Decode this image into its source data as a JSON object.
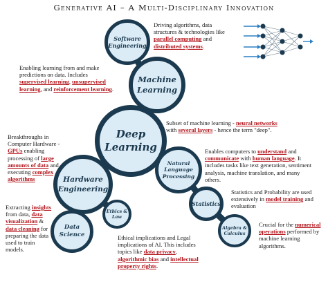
{
  "title": "Generative AI – A Multi-Disciplinary Innovation",
  "nodes": {
    "software_engineering": {
      "line1": "Software",
      "line2": "Engineering"
    },
    "machine_learning": {
      "line1": "Machine",
      "line2": "Learning"
    },
    "deep_learning": {
      "line1": "Deep",
      "line2": "Learning"
    },
    "hardware_engineering": {
      "line1": "Hardware",
      "line2": "Engineering"
    },
    "nlp": {
      "line1": "Natural",
      "line2": "Language",
      "line3": "Processing"
    },
    "statistics": {
      "line1": "Statistics"
    },
    "ethics_law": {
      "line1": "Ethics &",
      "line2": "Law"
    },
    "data_science": {
      "line1": "Data",
      "line2": "Science"
    },
    "algebra_calculus": {
      "line1": "Algebra &",
      "line2": "Calculus"
    }
  },
  "notes": {
    "software": {
      "t1": "Driving algorithms, data structures & technologies  like ",
      "h1": "parallel computing",
      "t2": " and ",
      "h2": "distributed systems",
      "t3": "."
    },
    "ml": {
      "t1": "Enabling learning from and make predictions on data. Includes ",
      "h1": "supervised learning",
      "t2": ", ",
      "h2": "unsupervised learning",
      "t3": ", and ",
      "h3": "reinforcement learning",
      "t4": "."
    },
    "deep": {
      "t1": "Subset of machine learning - ",
      "h1": "neural networks",
      "t2": " with ",
      "h2": "several layers",
      "t3": " - hence the term \"deep\"."
    },
    "hardware": {
      "t1": "Breakthroughs in Computer Hardware - ",
      "h1": "GPUs",
      "t2": " enabling processing of ",
      "h2": "large amounts of data",
      "t3": " and executing ",
      "h3": "complex algorithms"
    },
    "nlp": {
      "t1": "Enables computers to ",
      "h1": "understand",
      "t2": " and ",
      "h2": "communicate",
      "t3": " with ",
      "h3": "human language",
      "t4": ". It includes tasks like text generation, sentiment analysis, machine translation, and many others."
    },
    "statistics": {
      "t1": "Statistics and Probability are used extensively in ",
      "h1": "model training",
      "t2": " and evaluation"
    },
    "data_science": {
      "t1": "Extracting ",
      "h1": "insights",
      "t2": " from data, ",
      "h2": "data visualization",
      "t3": " & ",
      "h3": "data cleaning",
      "t4": " for preparing the data used to train models."
    },
    "ethics": {
      "t1": "Ethical implications and Legal implications of AI. This includes topics like ",
      "h1": "data privacy",
      "t2": ", ",
      "h2": "algorithmic bias",
      "t3": " and ",
      "h3": "intellectual property rights",
      "t4": "."
    },
    "algebra": {
      "t1": "Crucial for the ",
      "h1": "numerical operations",
      "t2": " performed by machine learning algorithms."
    }
  },
  "colors": {
    "bubble_fill": "#dcecf7",
    "bubble_border": "#1b3a4f",
    "highlight": "#b3141b",
    "connector": "#1b3a4f",
    "nn_node": "#1b3a4f",
    "nn_arrow": "#2a7fc4"
  },
  "icon": "neural-network-icon"
}
